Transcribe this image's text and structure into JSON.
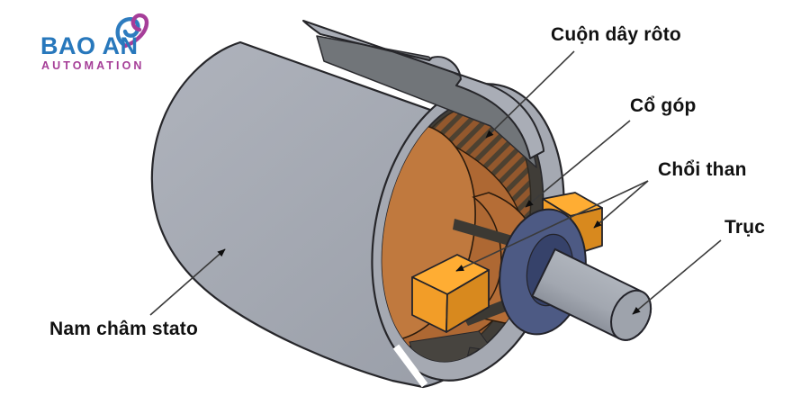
{
  "logo": {
    "brand": "BAO AN",
    "tagline": "AUTOMATION",
    "brand_color": "#2878BC",
    "tagline_color": "#A53E97"
  },
  "diagram": {
    "subject": "DC motor cutaway",
    "labels": {
      "rotor_winding": "Cuộn dây rôto",
      "commutator": "Cổ góp",
      "brush": "Chổi than",
      "shaft": "Trục",
      "stator_magnet": "Nam châm stato"
    },
    "colors": {
      "stator_housing": "#A5A9B2",
      "housing_cut_face": "#717579",
      "winding_copper": "#93582D",
      "rotor_front": "#C0793E",
      "commutator_body": "#B56D36",
      "commutator_ring": "#4D5A84",
      "brush": "#FFAD33",
      "shaft": "#A6ABB3",
      "outline": "#26262A"
    }
  }
}
